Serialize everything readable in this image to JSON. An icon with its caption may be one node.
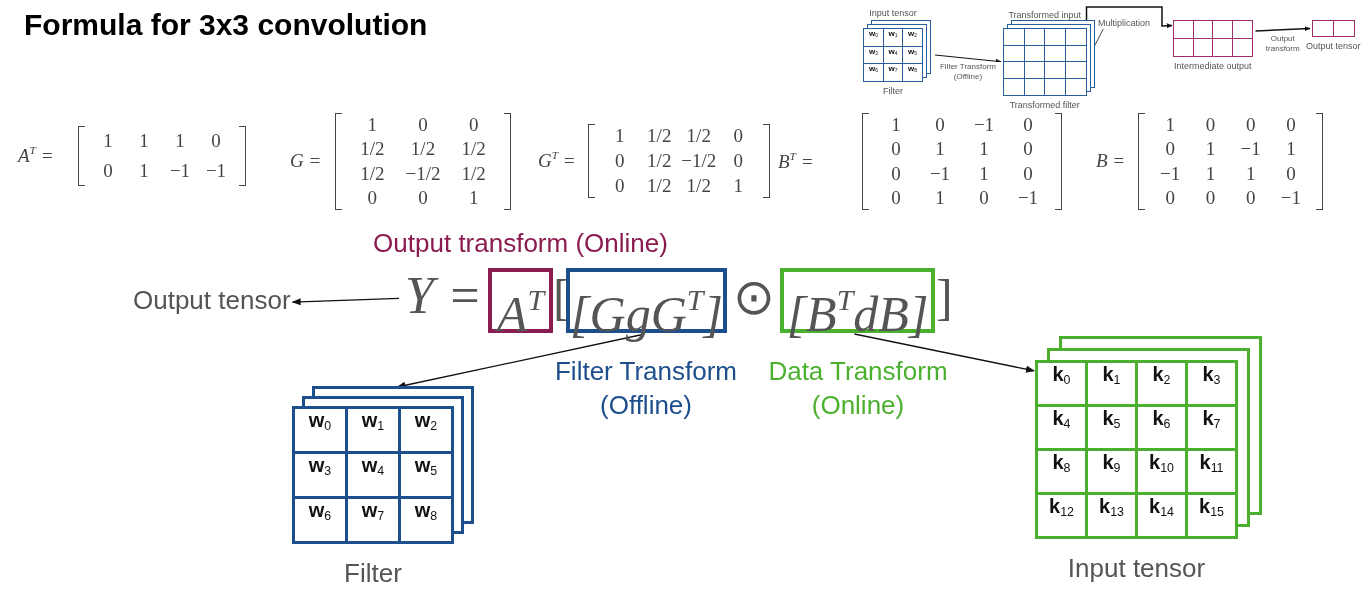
{
  "diagram": {
    "title": "Formula for 3x3 convolution",
    "nodes": [
      {
        "text": [
          "Output tensor"
        ]
      },
      {
        "text": [
          "Y ="
        ]
      },
      {
        "text": [
          "A$^{T}$"
        ],
        "beside": [
          "Output transform (Online)"
        ]
      },
      {
        "text": [
          "[GgG$^{T}$]"
        ],
        "beside": [
          "Filter Transform (Offline)"
        ]
      },
      {
        "text": [
          "[B$^{T}$dB]"
        ],
        "beside": [
          "Data Transform (Online)"
        ]
      },
      {
        "text": [
          "w$_{0}$",
          "w$_{1}$",
          "w$_{2}$",
          "w$_{3}$",
          "w$_{4}$",
          "w$_{5}$",
          "w$_{6}$",
          "w$_{7}$",
          "w$_{8}$"
        ],
        "beside": [
          "Filter"
        ]
      },
      {
        "text": [
          "k$_{0}$",
          "k$_{1}$",
          "k$_{2}$",
          "k$_{3}$",
          "k$_{4}$",
          "k$_{5}$",
          "k$_{6}$",
          "k$_{7}$",
          "k$_{8}$",
          "k$_{9}$",
          "k$_{10}$",
          "k$_{11}$",
          "k$_{12}$",
          "k$_{13}$",
          "k$_{14}$",
          "k$_{15}$"
        ],
        "beside": [
          "Input tensor"
        ]
      },
      {
        "text": [
          "w$_{0}$",
          "w$_{1}$",
          "w$_{2}$",
          "w$_{3}$",
          "w$_{4}$",
          "w$_{5}$",
          "w$_{6}$",
          "w$_{7}$",
          "w$_{8}$"
        ],
        "beside": [
          "Input tensor",
          "Filter"
        ]
      },
      {
        "text": [],
        "shape": "grid",
        "beside": [
          "Transformed input",
          "Transformed filter"
        ]
      },
      {
        "text": [
          "Multiplication"
        ]
      },
      {
        "text": [],
        "shape": "grid",
        "beside": [
          "Intermediate output"
        ]
      },
      {
        "text": [],
        "shape": "grid",
        "beside": [
          "Output tensor"
        ]
      }
    ],
    "edges": [
      {
        "from": 1,
        "to": 0,
        "arrow": "to"
      },
      {
        "from": 3,
        "to": 5,
        "arrow": "to"
      },
      {
        "from": 4,
        "to": 6,
        "arrow": "to"
      },
      {
        "from": 7,
        "to": 8,
        "arrow": "to",
        "label": "Filter Transform (Offline)"
      },
      {
        "from": 9,
        "to": 8,
        "arrow": "none"
      },
      {
        "from": 8,
        "to": 10,
        "arrow": "to"
      },
      {
        "from": 10,
        "to": 11,
        "arrow": "to",
        "label": "Output transform"
      }
    ],
    "labels": [
      "A$^{T}$ =",
      "1",
      "1",
      "1",
      "0",
      "0",
      "1",
      "−1",
      "−1",
      "G =",
      "1",
      "0",
      "0",
      "1/2",
      "1/2",
      "1/2",
      "1/2",
      "−1/2",
      "1/2",
      "0",
      "0",
      "1",
      "G$^{T}$ =",
      "1",
      "1/2",
      "1/2",
      "0",
      "0",
      "1/2",
      "−1/2",
      "0",
      "0",
      "1/2",
      "1/2",
      "1",
      "B$^{T}$ =",
      "1",
      "0",
      "−1",
      "0",
      "0",
      "1",
      "1",
      "0",
      "0",
      "−1",
      "1",
      "0",
      "0",
      "1",
      "0",
      "−1",
      "B =",
      "1",
      "0",
      "0",
      "0",
      "0",
      "1",
      "−1",
      "1",
      "−1",
      "1",
      "1",
      "0",
      "0",
      "0",
      "0",
      "−1",
      "[",
      "⊙",
      "]"
    ]
  }
}
